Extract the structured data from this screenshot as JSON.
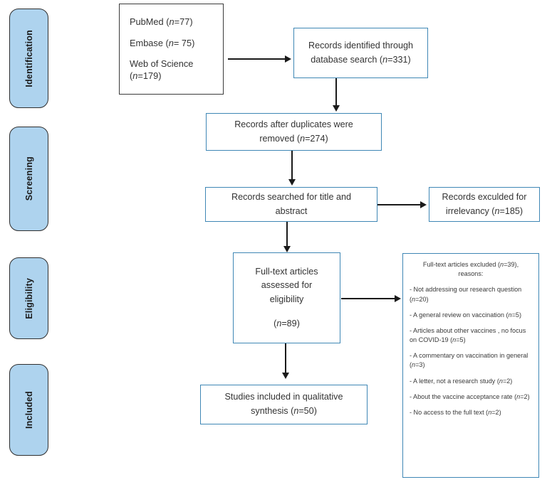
{
  "diagram": {
    "title": "PRISMA flow diagram",
    "accent_color": "#3f87b5",
    "stage_fill_color": "#aed3ee",
    "stage_border_color": "#2f2f2f",
    "connector_color": "#1a1a1a"
  },
  "stages": [
    {
      "label": "Identification"
    },
    {
      "label": "Screening"
    },
    {
      "label": "Eligibility"
    },
    {
      "label": "Included"
    }
  ],
  "sources_box": {
    "items": [
      "PubMed (n=77)",
      "Embase (n= 75)",
      "Web of Science (n=179)"
    ]
  },
  "boxes": {
    "identified": {
      "line1": "Records identified through",
      "line2": "database search (n=331)"
    },
    "after_duplicates": {
      "line1": "Records after duplicates were",
      "line2": "removed (n=274)"
    },
    "searched_title_abstract": {
      "line1": "Records searched for title and",
      "line2": "abstract"
    },
    "excluded_irrelevancy": {
      "line1": "Records exculded  for",
      "line2": "irrelevancy (n=185)"
    },
    "fulltext_assessed": {
      "line1": "Full-text articles",
      "line2": "assessed for",
      "line3": "eligibility",
      "line4": "(n=89)"
    },
    "studies_included": {
      "line1": "Studies included in qualitative",
      "line2": "synthesis (n=50)"
    },
    "excluded_reasons": {
      "title": "Full-text articles excluded (n=39), reasons:",
      "items": [
        "- Not addressing our research question (n=20)",
        "- A general review on vaccination (n=5)",
        "- Articles about other vaccines , no focus on COVID-19 (n=5)",
        "- A commentary on vaccination in general (n=3)",
        "- A letter, not a research study (n=2)",
        "- About the vaccine acceptance rate (n=2)",
        "- No access to the full text (n=2)"
      ]
    }
  }
}
